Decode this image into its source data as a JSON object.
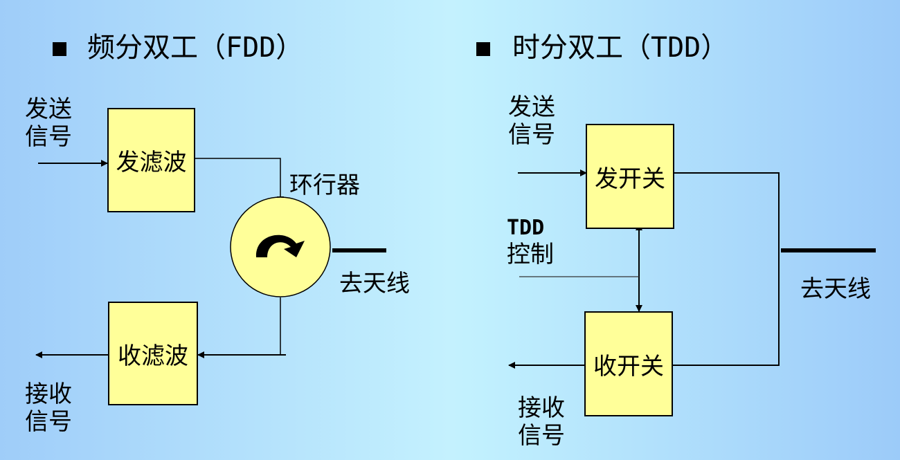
{
  "fdd": {
    "bullet_icon": "square-bullet",
    "title": "频分双工（",
    "title_abbr": "FDD",
    "title_close": "）",
    "send_label_line1": "发送",
    "send_label_line2": "信号",
    "tx_filter": "发滤波",
    "circulator_label": "环行器",
    "circulator_icon": "clockwise-arrow",
    "antenna_label": "去天线",
    "rx_filter": "收滤波",
    "recv_label_line1": "接收",
    "recv_label_line2": "信号"
  },
  "tdd": {
    "bullet_icon": "square-bullet",
    "title": "时分双工（",
    "title_abbr": "TDD",
    "title_close": "）",
    "send_label_line1": "发送",
    "send_label_line2": "信号",
    "tx_switch": "发开关",
    "control_label_line1": "TDD",
    "control_label_line2": "控制",
    "antenna_label": "去天线",
    "rx_switch": "收开关",
    "recv_label_line1": "接收",
    "recv_label_line2": "信号"
  },
  "colors": {
    "block_fill": "#ffff99",
    "line": "#000000"
  }
}
